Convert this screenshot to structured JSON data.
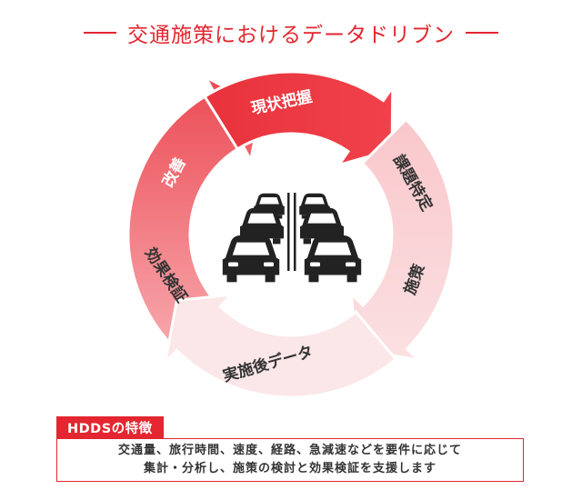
{
  "title": "交通施策におけるデータドリブン",
  "colors": {
    "accent": "#e3262f",
    "strong": "#e8323c",
    "medium": "#f06a72",
    "light": "#f4b4b9",
    "pale": "#fbdde0"
  },
  "center_icon": "traffic-jam-cars-icon",
  "steps": [
    {
      "label": "現状把握"
    },
    {
      "label": "課題特定"
    },
    {
      "label": "施策"
    },
    {
      "label": "実施後データ"
    },
    {
      "label": "効果検証"
    },
    {
      "label": "改善"
    }
  ],
  "feature": {
    "tag": "HDDSの特徴",
    "lines": [
      "交通量、旅行時間、速度、経路、急減速などを要件に応じて",
      "集計・分析し、施策の検討と効果検証を支援します"
    ]
  }
}
